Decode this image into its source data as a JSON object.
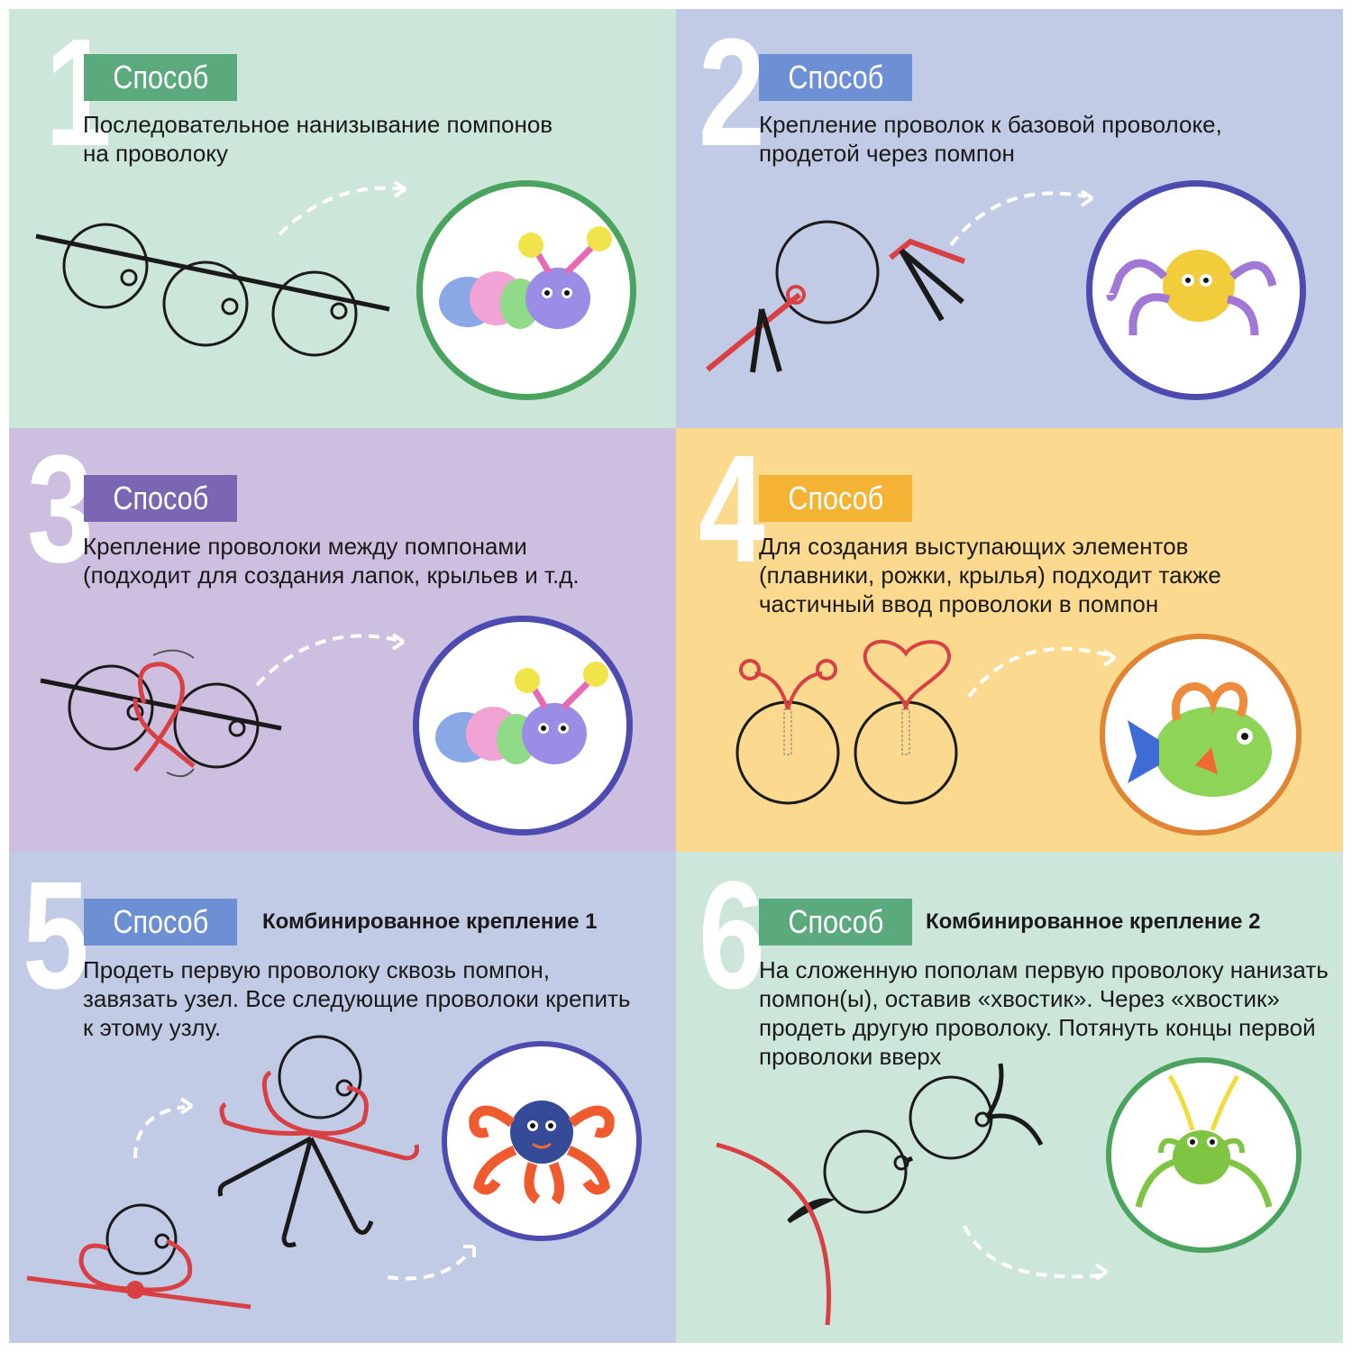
{
  "badge_label": "Способ",
  "colors": {
    "panel1_bg": "#cde6da",
    "panel2_bg": "#c2cbe6",
    "panel3_bg": "#cdbfe0",
    "panel4_bg": "#fbd98f",
    "panel5_bg": "#c2cbe6",
    "panel6_bg": "#cde6da",
    "green_badge": "#5aaa7d",
    "blue_badge": "#6d8fd3",
    "purple_badge": "#7b66b4",
    "orange_badge": "#f5b335",
    "wire_red": "#d84044",
    "wire_black": "#1a1a1a"
  },
  "methods": [
    {
      "number": "1",
      "subtitle": "",
      "description": "Последовательное  нанизывание помпонов\nна проволоку",
      "image": "caterpillar-photo"
    },
    {
      "number": "2",
      "subtitle": "",
      "description": "Крепление проволок к базовой проволоке,\nпродетой через помпон",
      "image": "spider-photo"
    },
    {
      "number": "3",
      "subtitle": "",
      "description": "Крепление проволоки между помпонами\n(подходит для создания лапок, крыльев и т.д.",
      "image": "caterpillar-photo"
    },
    {
      "number": "4",
      "subtitle": "",
      "description": "Для создания выступающих элементов\n(плавники, рожки, крылья) подходит также\n частичный ввод проволоки в помпон",
      "image": "fish-photo"
    },
    {
      "number": "5",
      "subtitle": "Комбинированное крепление 1",
      "description": "Продеть первую проволоку сквозь помпон,\nзавязать узел. Все следующие проволоки крепить\nк этому узлу.",
      "image": "octopus-photo"
    },
    {
      "number": "6",
      "subtitle": "Комбинированное крепление 2",
      "description": "На сложенную пополам первую проволоку нанизать\nпомпон(ы), оставив «хвостик». Через «хвостик»\nпродеть другую проволоку. Потянуть концы первой\nпроволоки вверх",
      "image": "grasshopper-photo"
    }
  ]
}
